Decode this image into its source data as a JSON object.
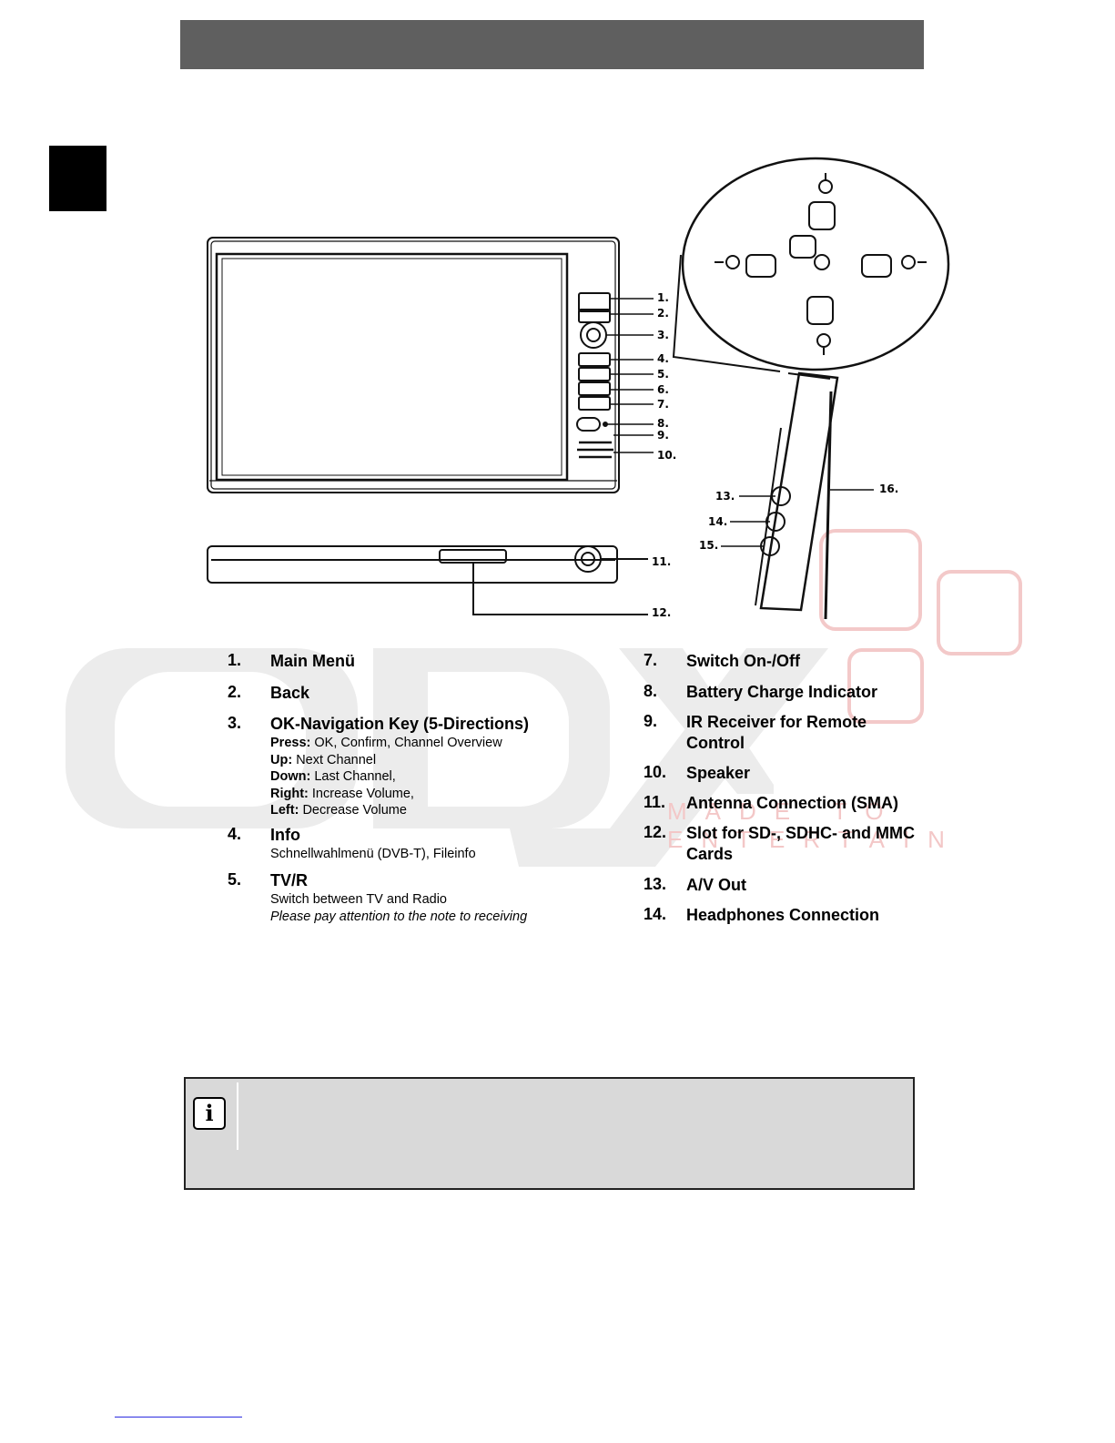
{
  "watermark": {
    "tagline": "MADE TO ENTERTAIN"
  },
  "callouts": [
    "1.",
    "2.",
    "3.",
    "4.",
    "5.",
    "6.",
    "7.",
    "8.",
    "9.",
    "10.",
    "11.",
    "12.",
    "13.",
    "14.",
    "15.",
    "16."
  ],
  "left_items": [
    {
      "num": "1.",
      "title": "Main Menü",
      "lines": []
    },
    {
      "num": "2.",
      "title": "Back",
      "lines": []
    },
    {
      "num": "3.",
      "title": "OK-Navigation Key (5-Directions)",
      "lines": [
        {
          "label": "Press:",
          "text": " OK, Confirm, Channel Overview"
        },
        {
          "label": "Up:",
          "text": " Next Channel"
        },
        {
          "label": "Down:",
          "text": " Last Channel,"
        },
        {
          "label": "Right:",
          "text": " Increase Volume,"
        },
        {
          "label": "Left:",
          "text": " Decrease Volume"
        }
      ]
    },
    {
      "num": "4.",
      "title": "Info",
      "lines": [
        {
          "label": "",
          "text": "Schnellwahlmenü (DVB-T), Fileinfo"
        }
      ]
    },
    {
      "num": "5.",
      "title": "TV/R",
      "lines": [
        {
          "label": "",
          "text": "Switch between TV and Radio"
        },
        {
          "label": "",
          "text": "Please pay attention to the note to receiving",
          "italic": true
        }
      ]
    }
  ],
  "right_items": [
    {
      "num": "7.",
      "title": "Switch On-/Off"
    },
    {
      "num": "8.",
      "title": "Battery Charge Indicator"
    },
    {
      "num": "9.",
      "title": "IR Receiver for Remote Control"
    },
    {
      "num": "10.",
      "title": "Speaker"
    },
    {
      "num": "11.",
      "title": "Antenna Connection (SMA)"
    },
    {
      "num": "12.",
      "title": "Slot for SD-, SDHC- and MMC Cards"
    },
    {
      "num": "13.",
      "title": "A/V Out"
    },
    {
      "num": "14.",
      "title": "Headphones Connection"
    }
  ],
  "note": {
    "icon": "info-icon",
    "glyph": "i"
  }
}
